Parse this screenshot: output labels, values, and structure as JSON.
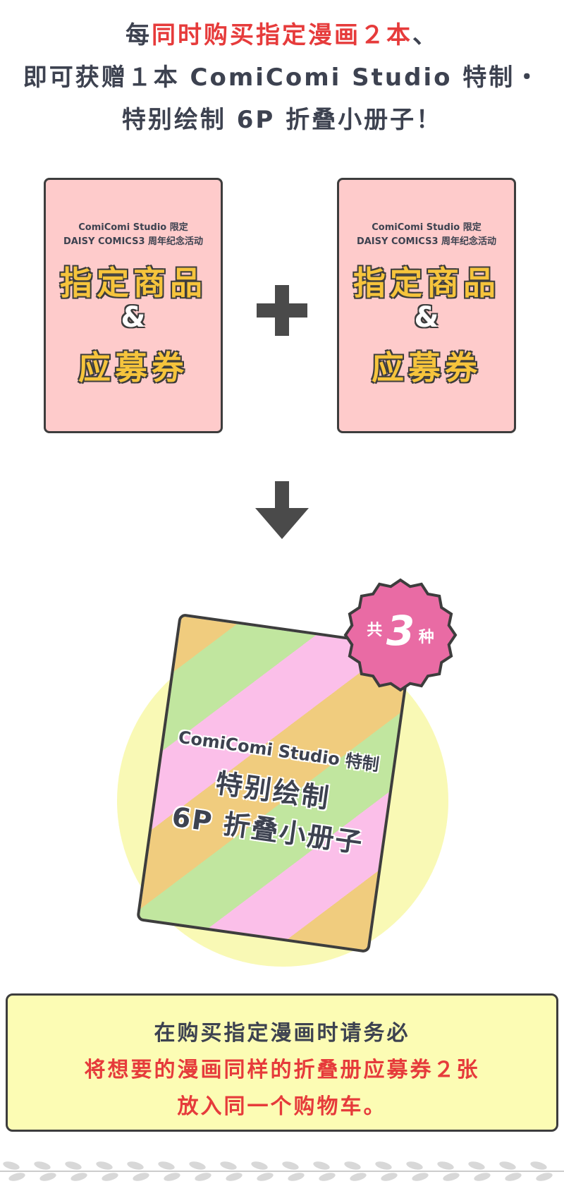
{
  "headline": {
    "line1_prefix": "每",
    "line1_highlight": "同时购买指定漫画２本",
    "line1_suffix": "、",
    "line2": "即可获赠１本 ComiComi Studio 特制・",
    "line3": "特别绘制 6P 折叠小册子！"
  },
  "cards": [
    {
      "sub1": "ComiComi Studio 限定",
      "sub2": "DAISY COMICS3 周年纪念活动",
      "big1": "指定商品",
      "amp": "&",
      "big2": "应募券"
    },
    {
      "sub1": "ComiComi Studio 限定",
      "sub2": "DAISY COMICS3 周年纪念活动",
      "big1": "指定商品",
      "amp": "&",
      "big2": "应募券"
    }
  ],
  "booklet": {
    "line1": "ComiComi Studio 特制",
    "line2": "特别绘制",
    "line3": "6P 折叠小册子"
  },
  "badge": {
    "prefix": "共",
    "number": "3",
    "suffix": "种"
  },
  "note": {
    "line1": "在购买指定漫画时请务必",
    "line2": "将想要的漫画同样的折叠册应募券２张",
    "line3": "放入同一个购物车。"
  },
  "colors": {
    "text_dark": "#3d4250",
    "accent_red": "#e63b3b",
    "card_pink": "#fecbcb",
    "card_yellow_text": "#f6c43c",
    "badge_pink": "#e96ba4",
    "circle_yellow": "#f9f9b5",
    "note_bg": "#fcfcb4",
    "stripe_orange": "#f0cc7e",
    "stripe_pink": "#fbbfe9",
    "stripe_green": "#c1e69f"
  },
  "icons": [
    "plus-icon",
    "arrow-down-icon",
    "scalloped-badge-icon",
    "leaf-divider-icon"
  ]
}
